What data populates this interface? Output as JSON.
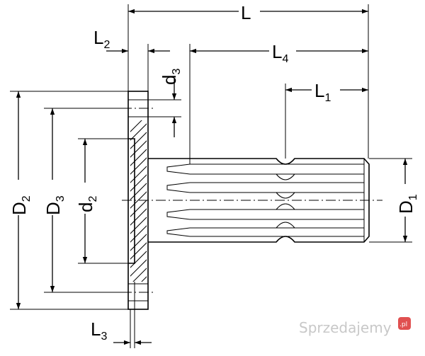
{
  "dimensions": {
    "L": {
      "main": "L",
      "sub": ""
    },
    "L1": {
      "main": "L",
      "sub": "1"
    },
    "L2": {
      "main": "L",
      "sub": "2"
    },
    "L3": {
      "main": "L",
      "sub": "3"
    },
    "L4": {
      "main": "L",
      "sub": "4"
    },
    "D1": {
      "main": "D",
      "sub": "1"
    },
    "D2": {
      "main": "D",
      "sub": "2"
    },
    "D3": {
      "main": "D",
      "sub": "3"
    },
    "d2": {
      "main": "d",
      "sub": "2"
    },
    "d3": {
      "main": "d",
      "sub": "3"
    }
  },
  "watermark": {
    "text": "Sprzedajemy",
    "badge": ".pl"
  }
}
